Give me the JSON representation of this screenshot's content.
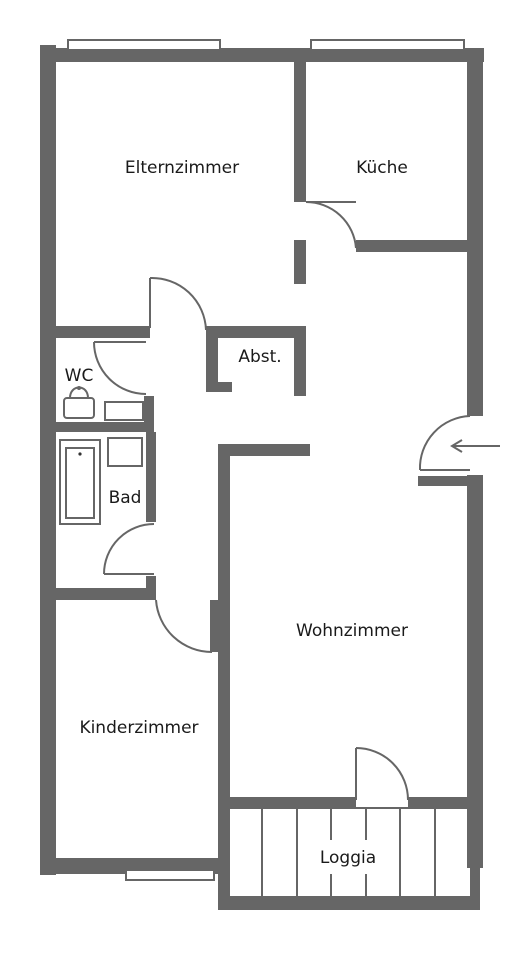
{
  "rooms": {
    "elternzimmer": "Elternzimmer",
    "kueche": "Küche",
    "wc": "WC",
    "abst": "Abst.",
    "bad": "Bad",
    "wohnzimmer": "Wohnzimmer",
    "kinderzimmer": "Kinderzimmer",
    "loggia": "Loggia"
  },
  "colors": {
    "wall": "#666666",
    "background": "#ffffff",
    "text": "#1a1a1a"
  },
  "icons": {
    "entrance": "entrance-arrow-icon",
    "toilet": "toilet-icon",
    "bathtub": "bathtub-icon",
    "sink": "sink-icon"
  }
}
